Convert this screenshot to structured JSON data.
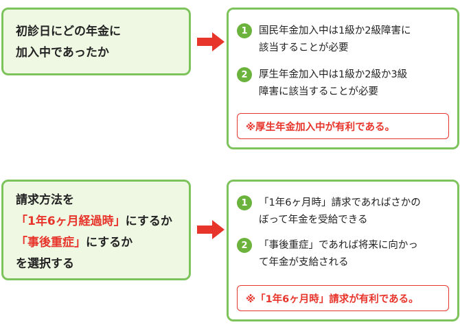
{
  "rows": [
    {
      "left_lines": [
        [
          {
            "text": "初診日にどの年金に",
            "hl": false
          }
        ],
        [
          {
            "text": "加入中であったか",
            "hl": false
          }
        ]
      ],
      "items": [
        {
          "num": "1",
          "lines": [
            "国民年金加入中は1級か2級障害に",
            "該当することが必要"
          ]
        },
        {
          "num": "2",
          "lines": [
            "厚生年金加入中は1級か2級か3級",
            "障害に該当することが必要"
          ]
        }
      ],
      "note": "※厚生年金加入中が有利である。"
    },
    {
      "left_lines": [
        [
          {
            "text": "請求方法を",
            "hl": false
          }
        ],
        [
          {
            "text": "「1年6ヶ月経過時」",
            "hl": true
          },
          {
            "text": "にするか",
            "hl": false
          }
        ],
        [
          {
            "text": "「事後重症」",
            "hl": true
          },
          {
            "text": "にするか",
            "hl": false
          }
        ],
        [
          {
            "text": "を選択する",
            "hl": false
          }
        ]
      ],
      "items": [
        {
          "num": "1",
          "lines": [
            "「1年6ヶ月時」請求であればさかの",
            "ぼって年金を受給できる"
          ]
        },
        {
          "num": "2",
          "lines": [
            "「事後重症」であれば将来に向かっ",
            "て年金が支給される"
          ]
        }
      ],
      "note": "※「1年6ヶ月時」請求が有利である。"
    }
  ],
  "colors": {
    "border": "#7dc35b",
    "left_fill": "#eef8e3",
    "accent": "#e8352c",
    "badge": "#6cb33e"
  },
  "icons": {
    "arrow": "right-arrow-icon",
    "badge": "number-badge-icon"
  }
}
